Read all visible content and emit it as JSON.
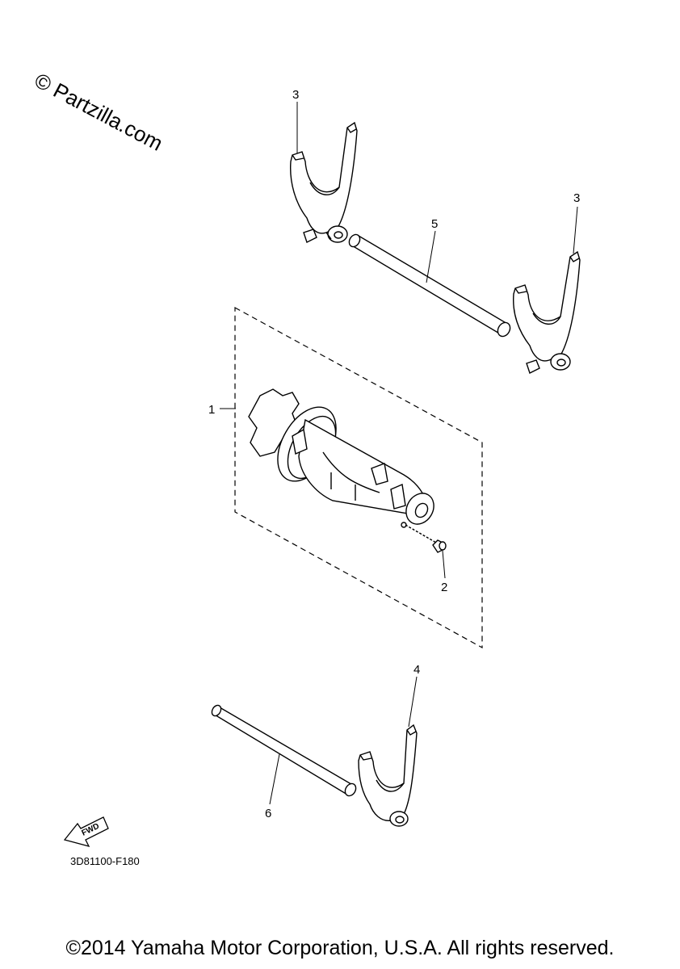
{
  "watermark": "© Partzilla.com",
  "callouts": [
    {
      "id": "callout-3-top",
      "label": "3"
    },
    {
      "id": "callout-3-right",
      "label": "3"
    },
    {
      "id": "callout-5",
      "label": "5"
    },
    {
      "id": "callout-1",
      "label": "1"
    },
    {
      "id": "callout-2",
      "label": "2"
    },
    {
      "id": "callout-4",
      "label": "4"
    },
    {
      "id": "callout-6",
      "label": "6"
    }
  ],
  "fwd_label": "FWD",
  "diagram_code": "3D81100-F180",
  "copyright": "©2014 Yamaha Motor Corporation, U.S.A. All rights reserved."
}
